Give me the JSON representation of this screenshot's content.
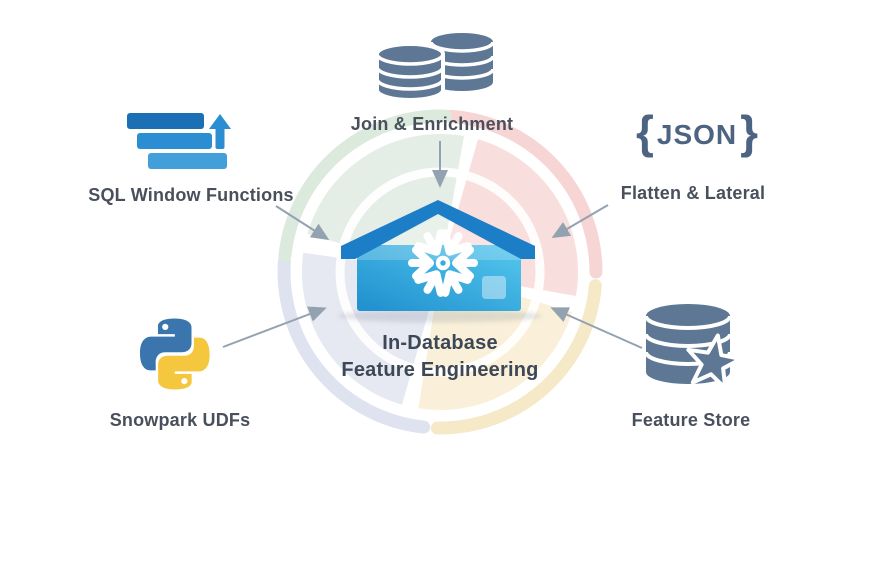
{
  "diagram": {
    "title": {
      "line1": "In-Database",
      "line2": "Feature Engineering"
    },
    "nodes": [
      {
        "label": "Join & Enrichment",
        "icon": "join-databases-icon"
      },
      {
        "label": "SQL Window Functions",
        "icon": "sql-bars-arrow-icon"
      },
      {
        "label": "Flatten & Lateral",
        "icon": "json-braces-icon",
        "brace_open": "{",
        "json_text": "JSON",
        "brace_close": "}"
      },
      {
        "label": "Snowpark UDFs",
        "icon": "python-icon"
      },
      {
        "label": "Feature Store",
        "icon": "database-star-icon"
      }
    ],
    "colors": {
      "slate_icon": "#5d7795",
      "json_text": "#4c6482",
      "house_roof": "#1b7ec6",
      "house_body_dark": "#1f8fce",
      "house_body_light": "#55c8ee",
      "snowflake": "#ffffff",
      "label_text": "#49505c",
      "title_text": "#3d4857",
      "arrow": "#93a2b0",
      "python_blue": "#3a76ad",
      "python_yellow": "#f5c73e",
      "sql_bar_dark": "#1a6fb5",
      "sql_bar_mid": "#2b8ed2",
      "sql_bar_light": "#429fd9",
      "watermark_green": "#e3eee5",
      "watermark_pink": "#f9dddd",
      "watermark_lavender": "#e5e7f2",
      "watermark_cream": "#faf0d8"
    }
  }
}
